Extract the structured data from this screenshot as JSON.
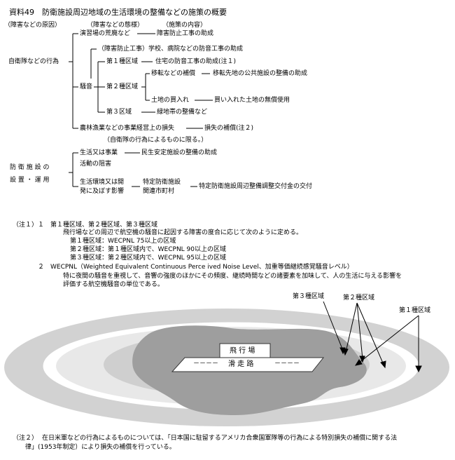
{
  "title": "資料49　防衛施設周辺地域の生活環境の整備などの施策の概要",
  "headers": {
    "cause": "（障害などの原因）",
    "form": "（障害などの態様）",
    "content": "（施策の内容）"
  },
  "tree": {
    "root1": "自衛隊などの行為",
    "drill": "演習場の荒廃など",
    "drill_measure": "障害防止工事の助成",
    "noise_prevention": "（障害防止工事）学校、病院などの防音工事の助成",
    "noise": "騒音",
    "zone1": "第１種区域",
    "zone1_measure": "住宅の防音工事の助成(注１)",
    "zone2": "第２種区域",
    "relocation": "移転などの補償",
    "relocation_measure": "移転先地の公共施設の整備の助成",
    "land": "土地の買入れ",
    "land_measure": "買い入れた土地の無償使用",
    "zone3": "第３区域",
    "zone3_measure": "緑地帯の整備など",
    "agri": "農林漁業などの事業経営上の損失",
    "agri_measure": "損失の補償(注２)",
    "agri_note": "（自衛隊の行為によるものに限る。）",
    "root2_line1": "防 衛 施 設 の",
    "root2_line2": "設 置 ・ 運 用",
    "business": "生活又は事業",
    "business_measure": "民生安定施設の整備の助成",
    "business2": "活動の阻害",
    "living1": "生活環境又は開",
    "living2": "発に及ぼす影響",
    "specific1": "特定防衛施設",
    "specific2": "関連市町村",
    "specific_measure": "特定防衛施設周辺整備調整交付金の交付"
  },
  "notes": {
    "n1_label": "（注１）１",
    "n1_text": "第１種区域、第２種区域、第３種区域",
    "n1_desc": "飛行場などの周辺で航空機の騒音に起因する障害の度合に応じて次のように定める。",
    "n1_z1": "第１種区域：WECPNL 75以上の区域",
    "n1_z2": "第２種区域：第１種区域内で、WECPNL 90以上の区域",
    "n1_z3": "第３種区域：第２種区域内で、WECPNL 95以上の区域",
    "n2_label": "２",
    "n2_text": "WECPNL（Weighted Equivalent Continuous Perce ived Noise Level、加重等価継続感覚騒音レベル）",
    "n2_desc1": "特に夜間の騒音を重視して、音響の強度のほかにその頻度、継続時間などの諸要素を加味して、人の生活に与える影響を",
    "n2_desc2": "評価する航空機騒音の単位である。",
    "n3_label": "（注２）",
    "n3_line1": "在日米軍などの行為によるものについては、「日本国に駐留するアメリカ合衆国軍隊等の行為による特別損失の補償に関する法",
    "n3_line2": "律」(1953年制定）により損失の補償を行っている。"
  },
  "figure": {
    "zone3_label": "第３種区域",
    "zone2_label": "第２種区域",
    "zone1_label": "第１種区域",
    "airfield": "飛 行 場",
    "runway": "滑 走 路"
  }
}
